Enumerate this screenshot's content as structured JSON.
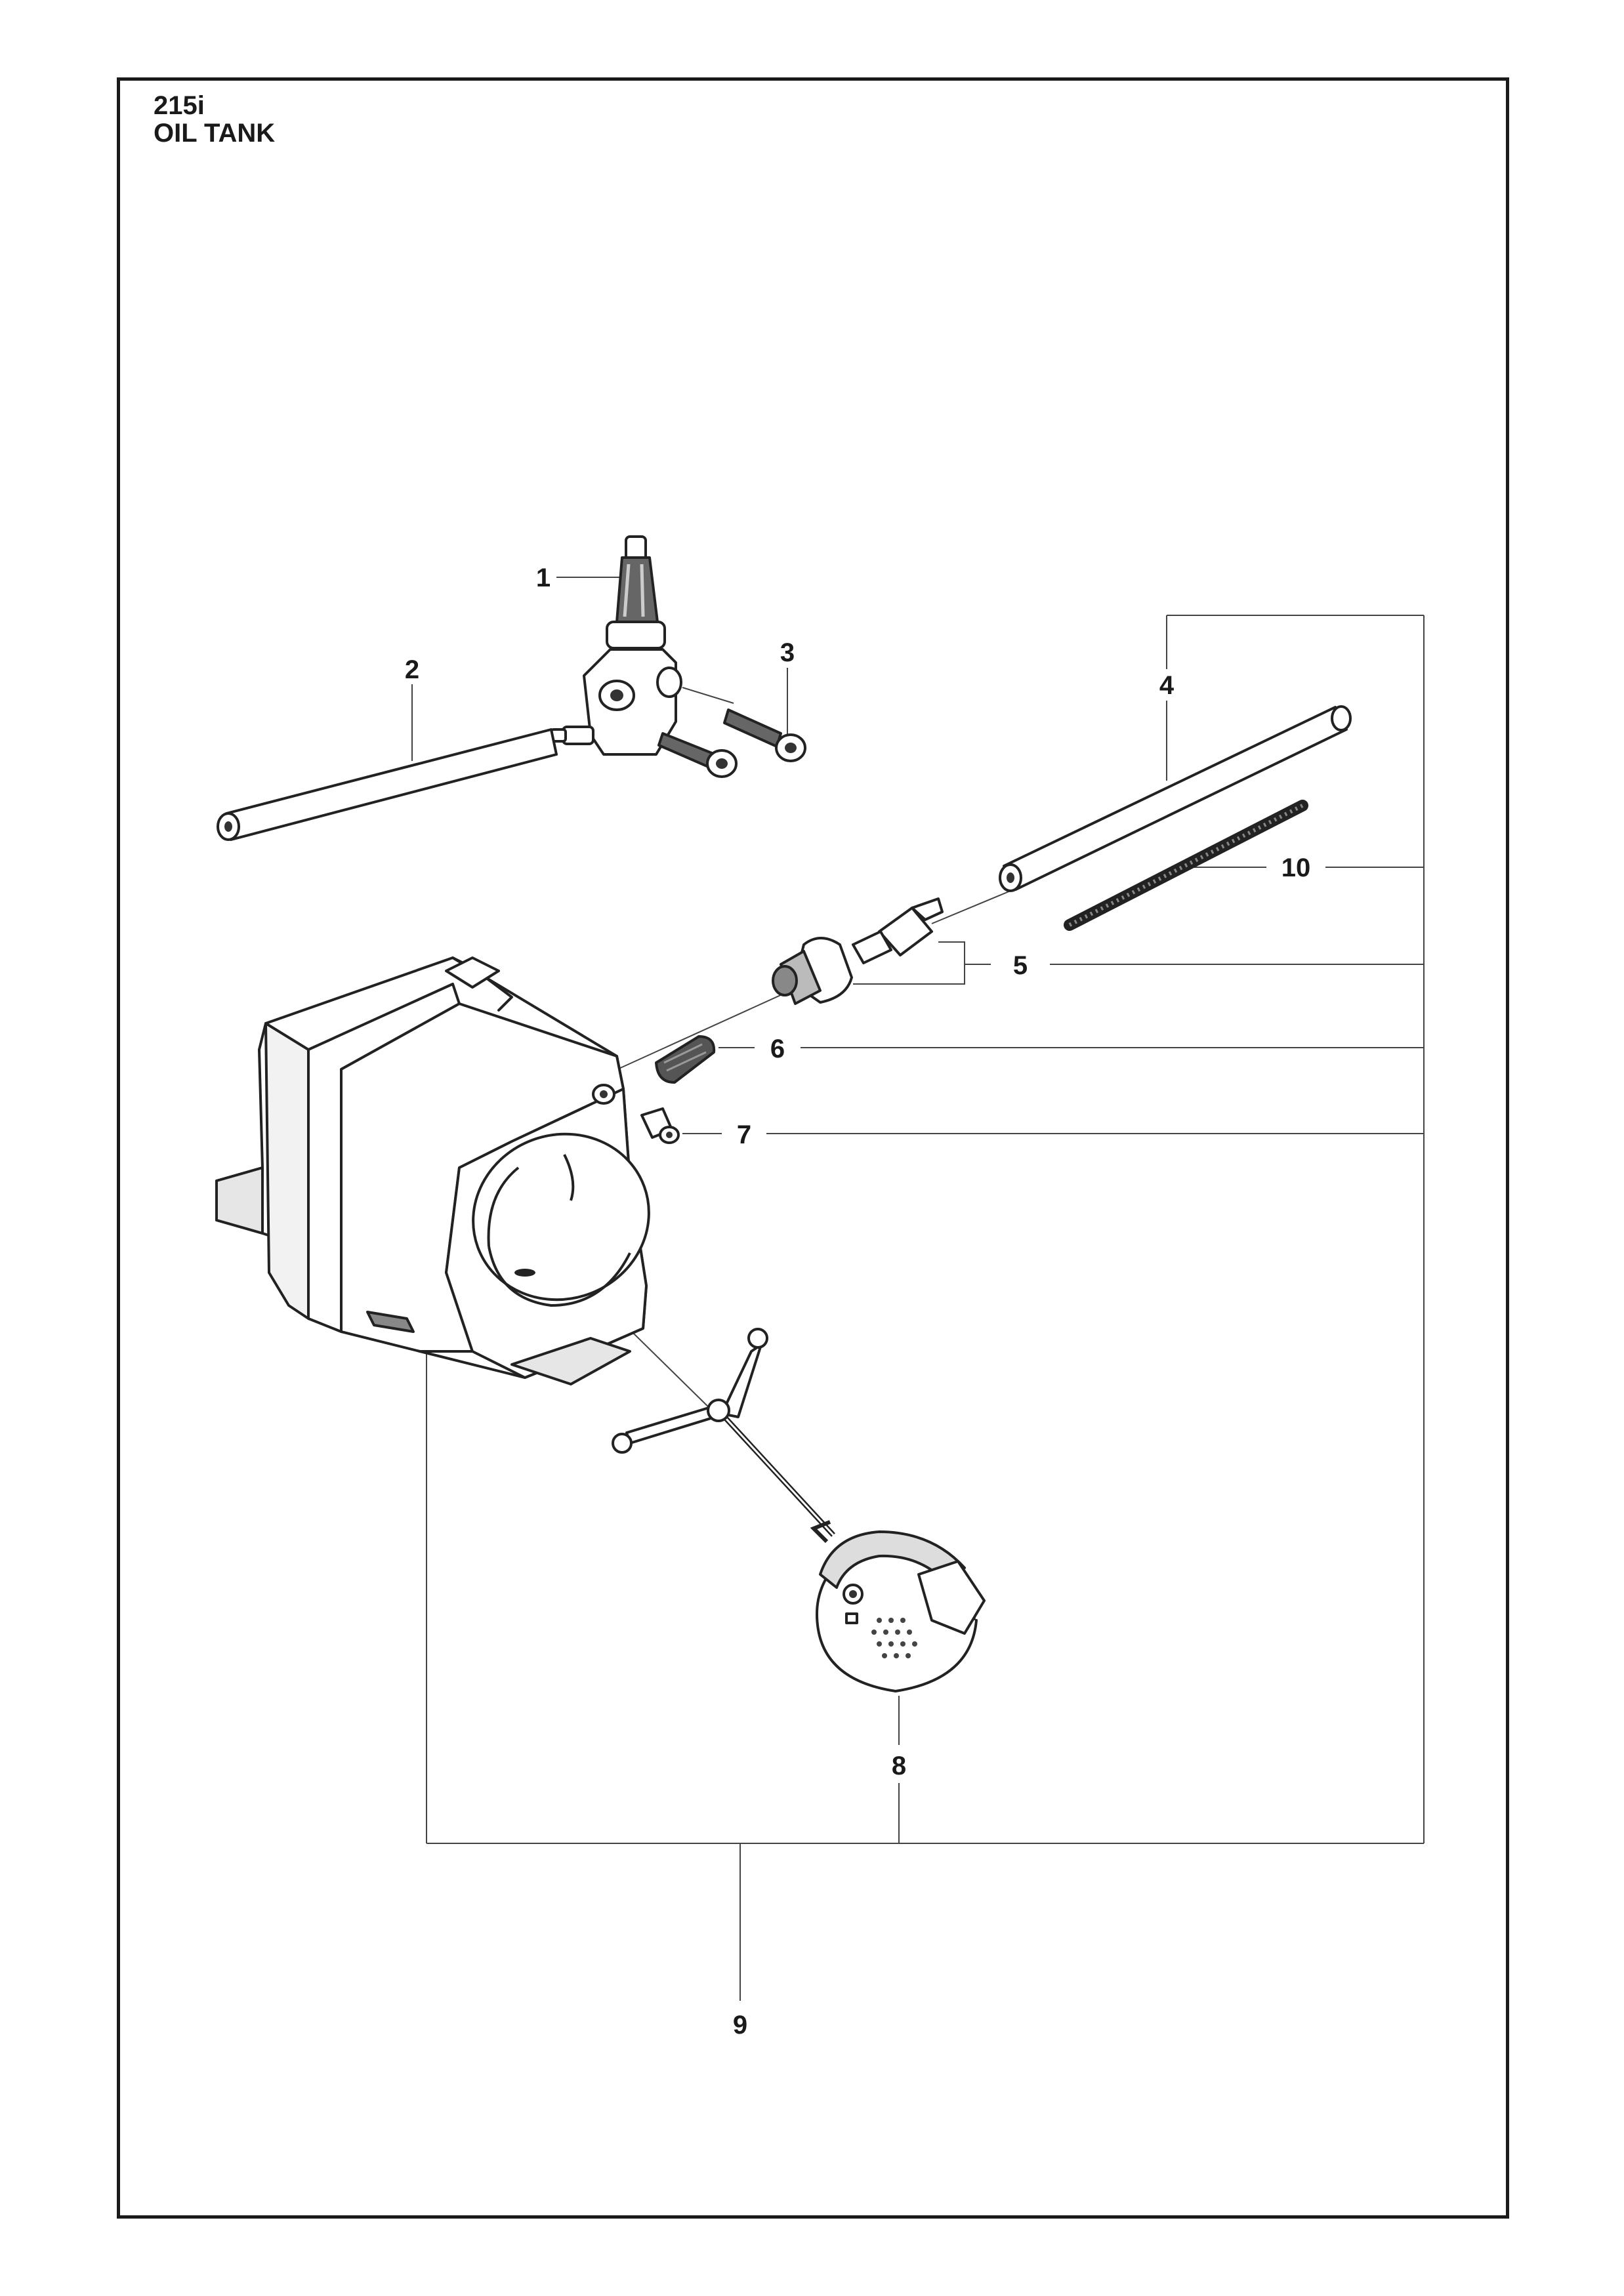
{
  "header": {
    "model": "215i",
    "assembly": "OIL TANK"
  },
  "callouts": [
    {
      "id": "1",
      "label": "1"
    },
    {
      "id": "2",
      "label": "2"
    },
    {
      "id": "3",
      "label": "3"
    },
    {
      "id": "4",
      "label": "4"
    },
    {
      "id": "5",
      "label": "5"
    },
    {
      "id": "6",
      "label": "6"
    },
    {
      "id": "7",
      "label": "7"
    },
    {
      "id": "8",
      "label": "8"
    },
    {
      "id": "9",
      "label": "9"
    },
    {
      "id": "10",
      "label": "10"
    }
  ],
  "colors": {
    "line": "#1a1a1a",
    "part_fill": "#ffffff",
    "part_shade": "#d9d9d9",
    "part_dark": "#555555"
  }
}
